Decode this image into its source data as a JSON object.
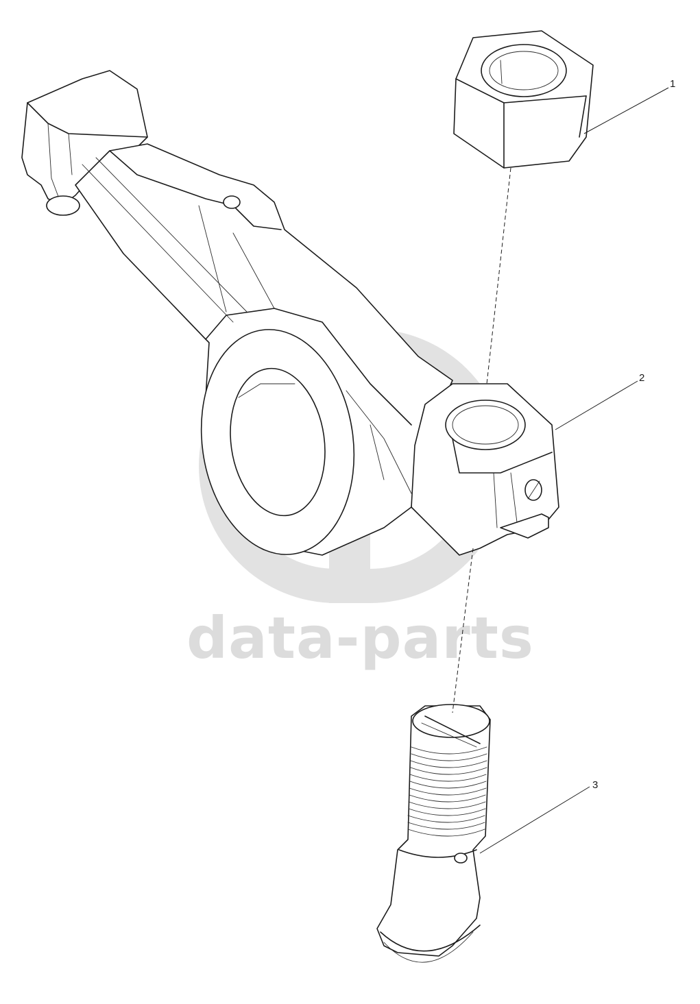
{
  "watermark": {
    "text": "data-parts",
    "color": "#dcdcdc"
  },
  "callouts": [
    {
      "number": "1",
      "part": "hex-nut"
    },
    {
      "number": "2",
      "part": "rocker-arm"
    },
    {
      "number": "3",
      "part": "adjusting-screw"
    }
  ]
}
